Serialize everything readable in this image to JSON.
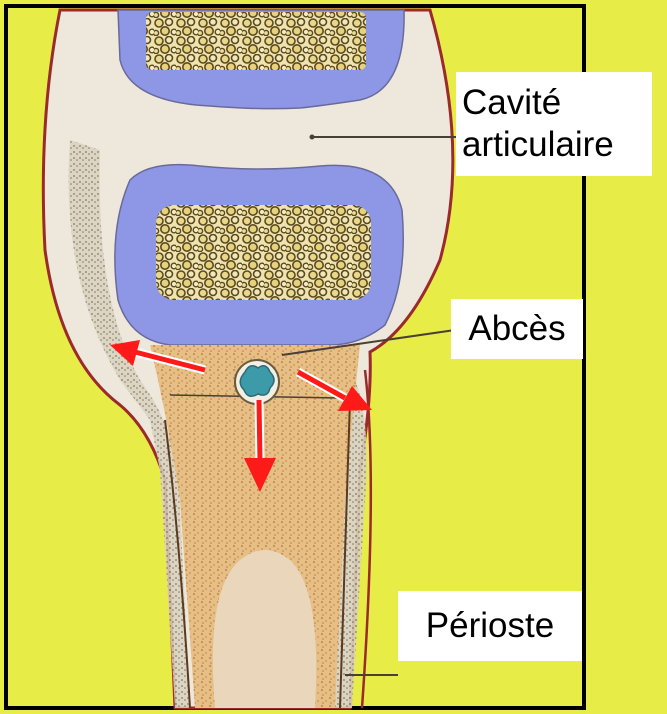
{
  "labels": {
    "cavity_line1": "Cavité",
    "cavity_line2": "articulaire",
    "abscess": "Abcès",
    "periosteum": "Périoste"
  },
  "colors": {
    "background": "#e8ec46",
    "frame": "#000000",
    "cartilage": "#8d97e6",
    "joint": "#ede7dc",
    "spongy_bone": "#d7c47a",
    "cortex": "#e3b47a",
    "arrow": "#ff1a1a",
    "abscess": "#3d9aa8"
  }
}
